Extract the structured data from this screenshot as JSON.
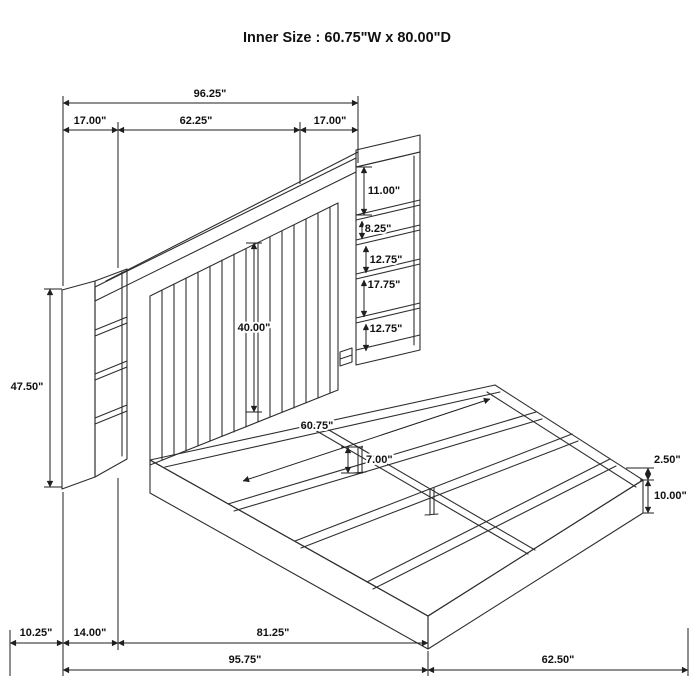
{
  "title": "Inner Size : 60.75\"W x 80.00\"D",
  "colors": {
    "line_color": "#2e2e2e",
    "text_color": "#111111",
    "background": "#ffffff"
  },
  "dims": {
    "overall_width": "96.25\"",
    "left_pier_width": "17.00\"",
    "center_width": "62.25\"",
    "right_pier_width": "17.00\"",
    "pier_top_gap": "11.00\"",
    "shelf_gap_a": "8.25\"",
    "shelf_gap_b": "12.75\"",
    "shelf_gap_c": "17.75\"",
    "shelf_gap_d": "12.75\"",
    "headboard_height": "40.00\"",
    "pier_height": "47.50\"",
    "inner_width": "60.75\"",
    "leg_height": "7.00\"",
    "rail_lip": "2.50\"",
    "footboard_height": "10.00\"",
    "back_overhang": "10.25\"",
    "pier_depth": "14.00\"",
    "frame_depth": "81.25\"",
    "overall_depth": "95.75\"",
    "bed_width": "62.50\""
  }
}
